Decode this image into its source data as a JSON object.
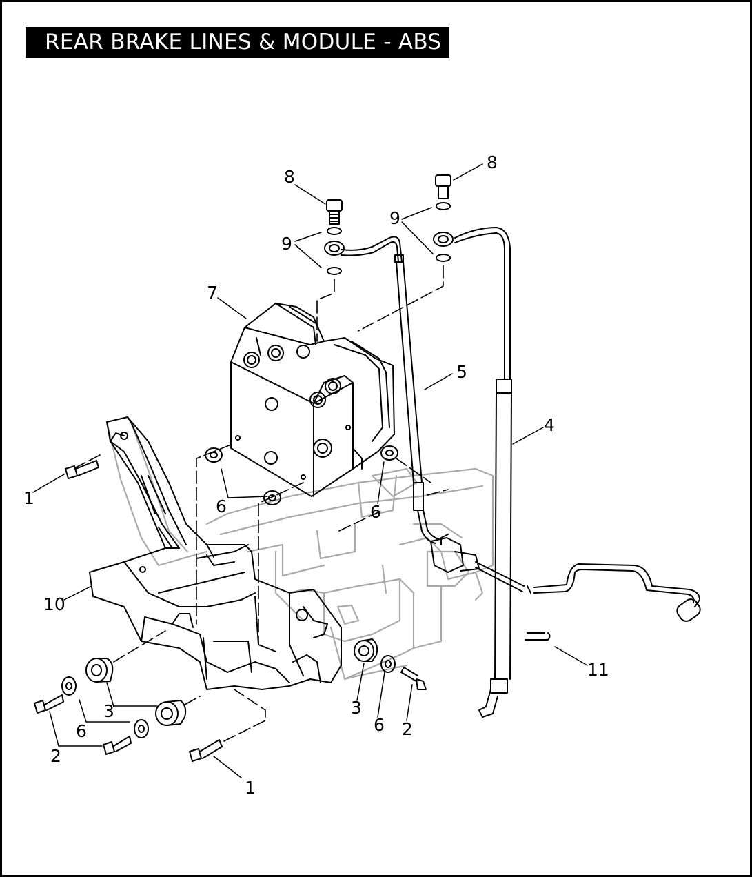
{
  "title": "REAR BRAKE LINES & MODULE - ABS",
  "callouts": {
    "c1a": "1",
    "c1b": "1",
    "c2a": "2",
    "c2b": "2",
    "c3a": "3",
    "c3b": "3",
    "c4": "4",
    "c5": "5",
    "c6a": "6",
    "c6b": "6",
    "c6c": "6",
    "c6d": "6",
    "c7": "7",
    "c8a": "8",
    "c8b": "8",
    "c9a": "9",
    "c9b": "9",
    "c10": "10",
    "c11": "11"
  }
}
